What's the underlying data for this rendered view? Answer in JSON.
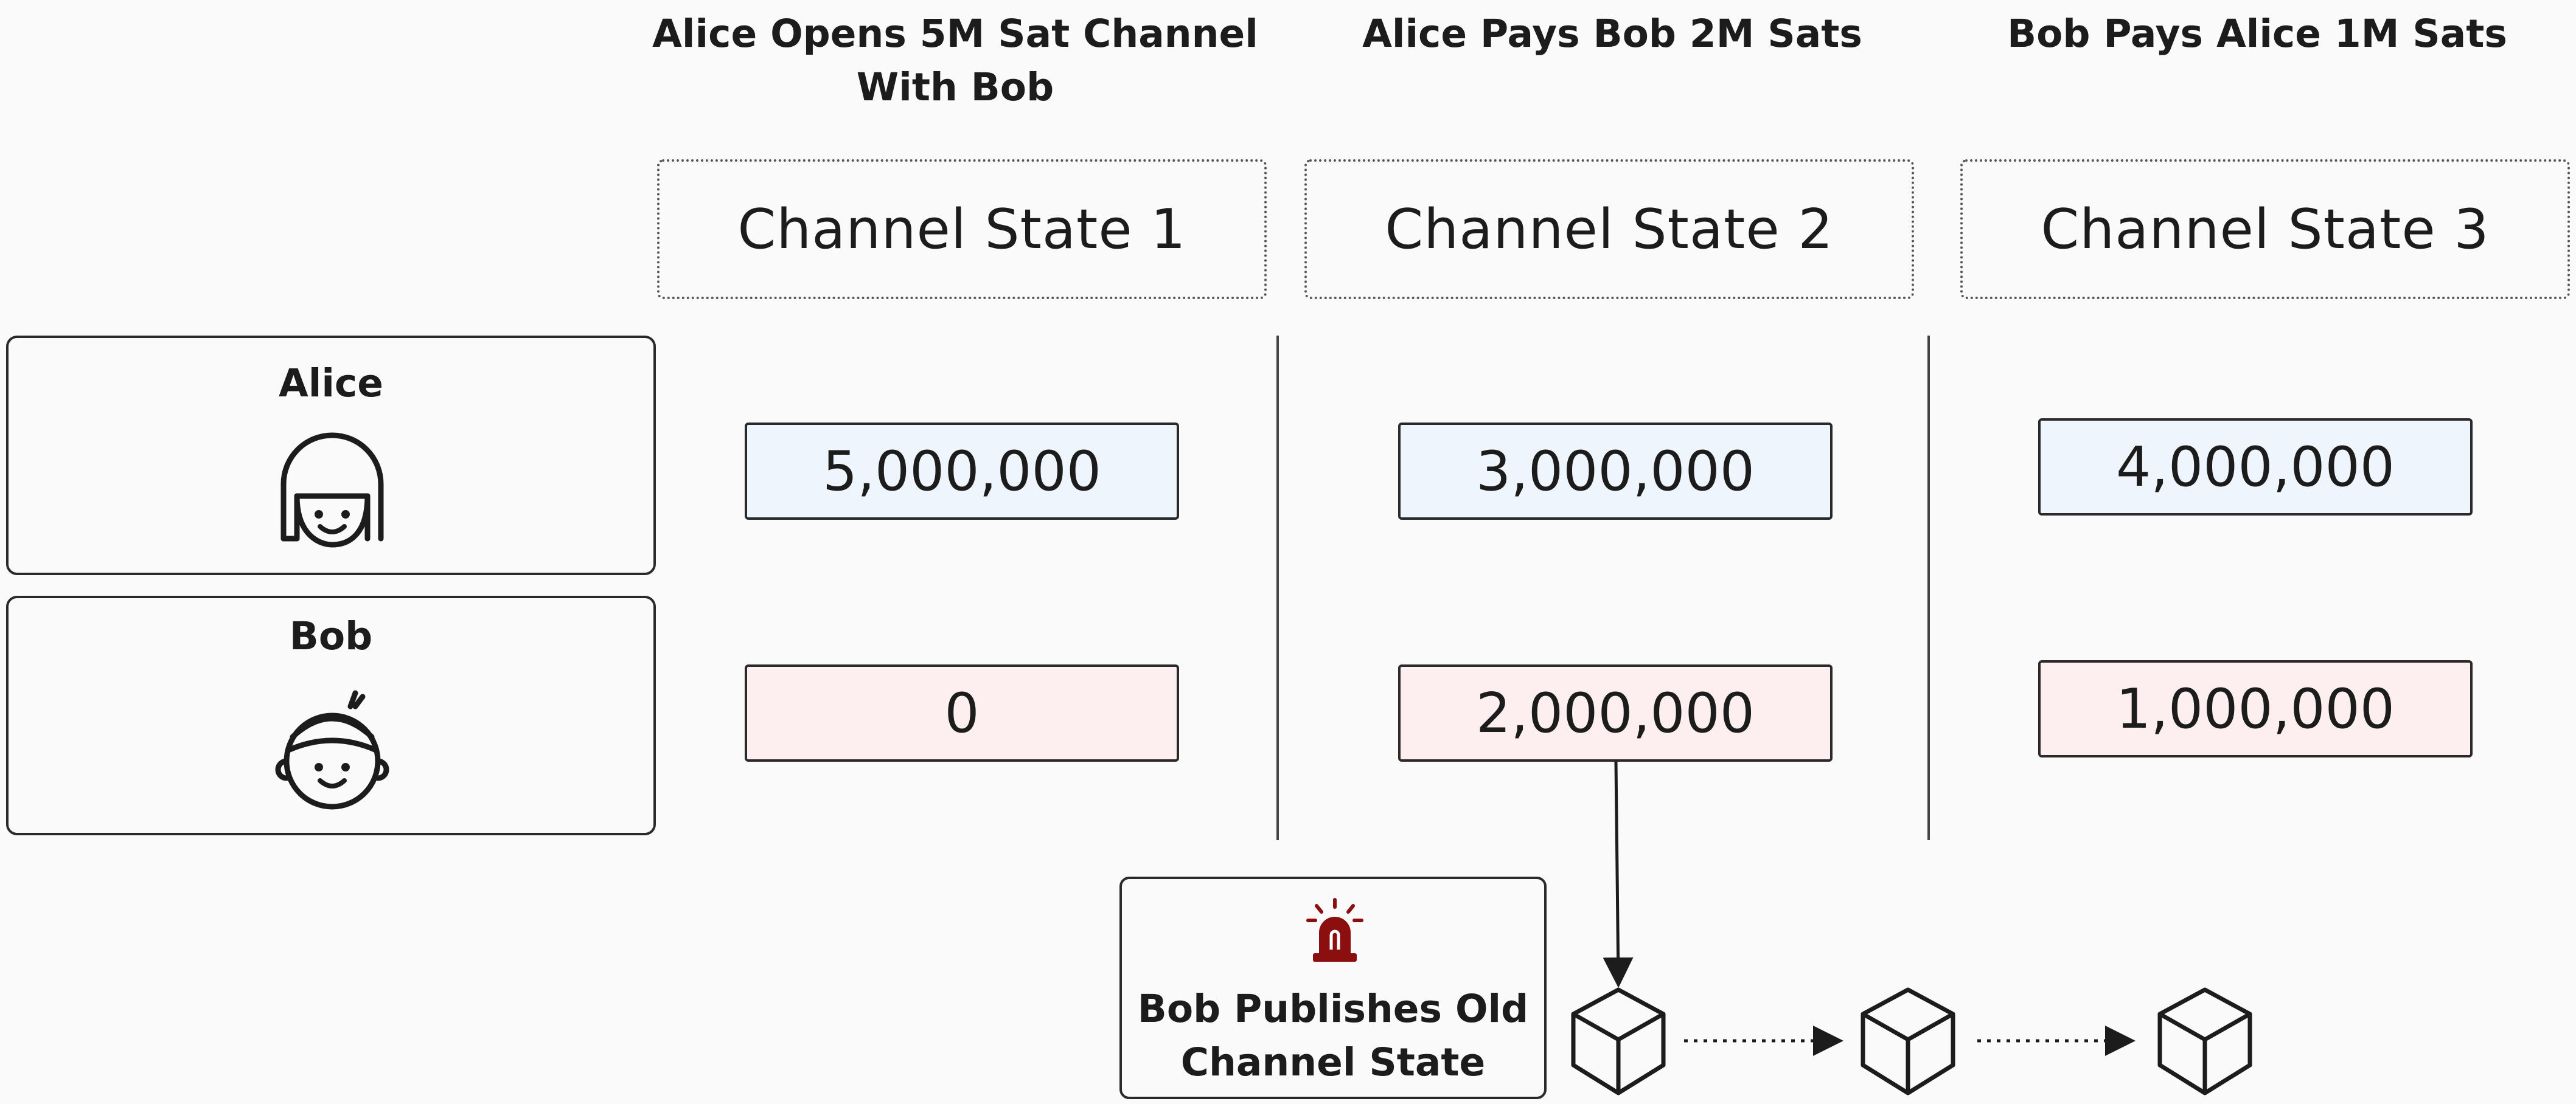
{
  "headings": {
    "state1": "Alice Opens 5M Sat Channel\nWith Bob",
    "state2": "Alice Pays Bob 2M Sats",
    "state3": "Bob Pays Alice 1M Sats"
  },
  "states": {
    "s1": "Channel State 1",
    "s2": "Channel State 2",
    "s3": "Channel State 3"
  },
  "parties": {
    "alice": {
      "name": "Alice",
      "icon": "alice-avatar-icon"
    },
    "bob": {
      "name": "Bob",
      "icon": "bob-avatar-icon"
    }
  },
  "balances": {
    "alice": [
      "5,000,000",
      "3,000,000",
      "4,000,000"
    ],
    "bob": [
      "0",
      "2,000,000",
      "1,000,000"
    ]
  },
  "alert": {
    "text": "Bob Publishes Old\nChannel State",
    "icon": "siren-alarm-icon",
    "icon_color": "#8b0f0f"
  },
  "blocks": {
    "icon": "block-cube-icon",
    "count": 3
  },
  "colors": {
    "alice_fill": "#eff5fd",
    "bob_fill": "#fdefef"
  }
}
